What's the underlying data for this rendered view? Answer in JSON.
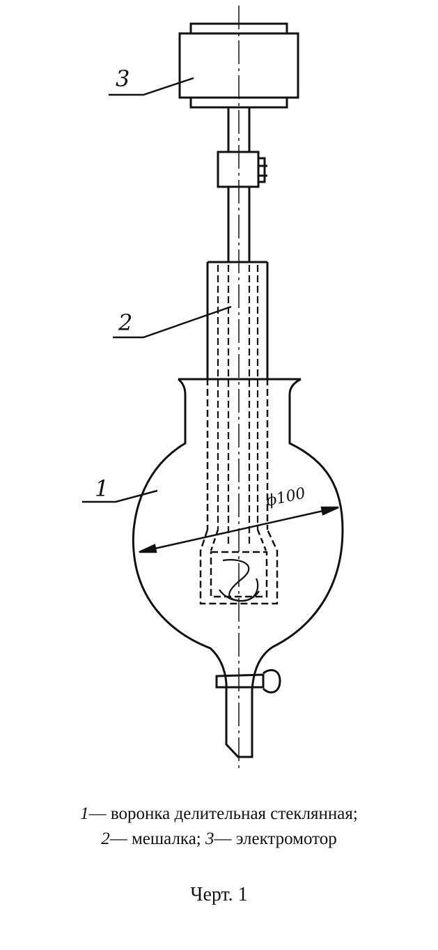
{
  "diagram": {
    "labels": {
      "funnel_number": "1",
      "stirrer_number": "2",
      "motor_number": "3",
      "diameter": "ϕ100"
    }
  },
  "legend": {
    "item1": {
      "number": "1",
      "text": "— воронка делительная стеклянная;"
    },
    "item2": {
      "number": "2",
      "text": "— мешалка;"
    },
    "item3": {
      "number": "3",
      "text": "— электромотор"
    }
  },
  "figure_label": "Черт. 1",
  "colors": {
    "ink": "#111111",
    "paper": "#ffffff"
  }
}
